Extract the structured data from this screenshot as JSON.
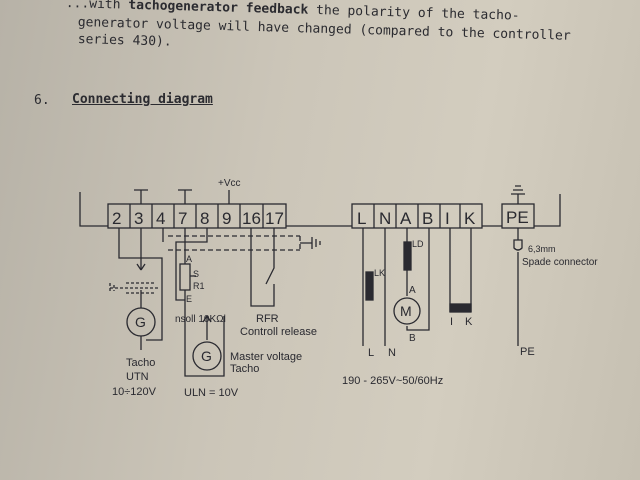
{
  "intro": {
    "line1_pre": "...with ",
    "line1_bold": "tachogenerator feedback",
    "line1_post": " the polarity of the tacho-",
    "line2": "generator voltage will have changed (compared to the controller",
    "line3": "series 430)."
  },
  "section": {
    "number": "6.",
    "title": "Connecting diagram"
  },
  "terminals_left": [
    "2",
    "3",
    "4",
    "7",
    "8",
    "9",
    "16",
    "17"
  ],
  "terminals_mid": [
    "L",
    "N",
    "A",
    "B",
    "I",
    "K"
  ],
  "terminal_pe": "PE",
  "labels": {
    "vcc": "+Vcc",
    "pin_a": "A",
    "pin_s": "S",
    "pin_r1": "R1",
    "pin_e": "E",
    "nsoll": "nsoll 10KΩl",
    "rfr": "RFR",
    "controll_release": "Controll release",
    "tacho": "Tacho",
    "utn": "UTN",
    "tacho_range": "10÷120V",
    "master_voltage": "Master voltage",
    "master_tacho": "Tacho",
    "uln": "ULN = 10V",
    "lk": "LK",
    "ld": "LD",
    "motor_a": "A",
    "motor_b": "B",
    "bot_l": "L",
    "bot_n": "N",
    "bot_i": "I",
    "bot_k": "K",
    "spade_size": "6,3mm",
    "spade": "Spade connector",
    "pe_bottom": "PE",
    "supply": "190 - 265V~50/60Hz",
    "g": "G",
    "m": "M"
  }
}
